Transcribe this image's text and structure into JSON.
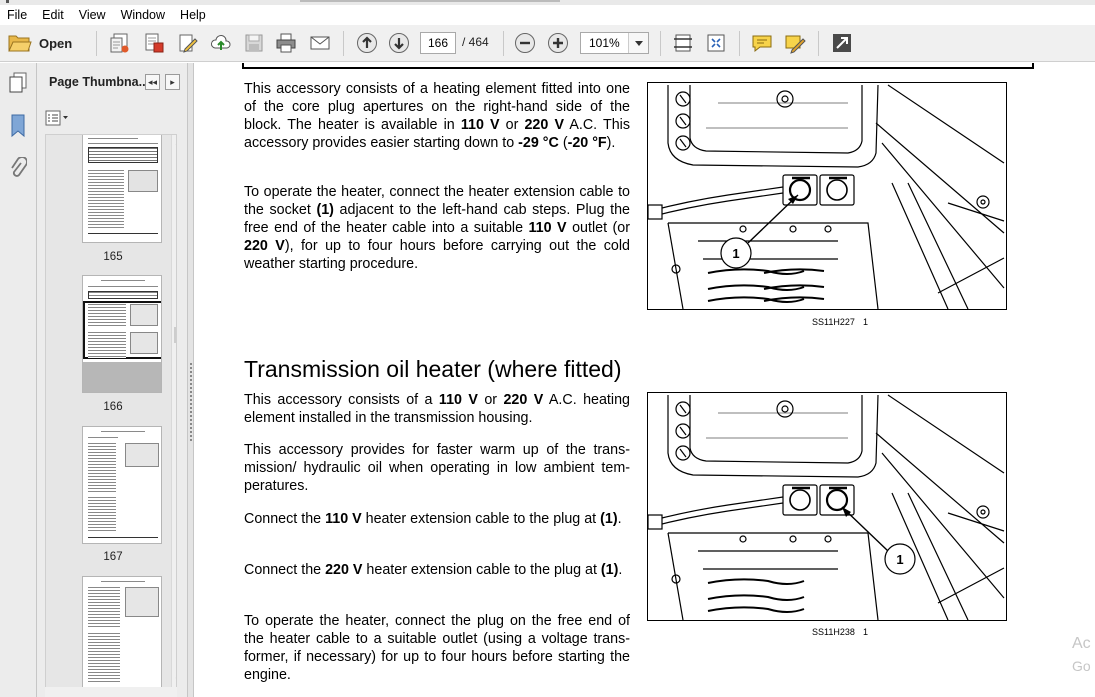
{
  "menu": [
    "File",
    "Edit",
    "View",
    "Window",
    "Help"
  ],
  "toolbar": {
    "open_label": "Open",
    "current_page": "166",
    "total_pages": "/ 464",
    "zoom": "101%"
  },
  "sidebar": {
    "title": "Page Thumbna...",
    "prev_label": "◂◂",
    "next_label": "▸",
    "pages": [
      "165",
      "166",
      "167"
    ]
  },
  "document": {
    "p1": [
      {
        "t": "This accessory consists of a heating element fitted into one of the core plug apertures on the right-hand side of the block.  The heater is available in ",
        "b": false
      },
      {
        "t": "110 V",
        "b": true
      },
      {
        "t": " or ",
        "b": false
      },
      {
        "t": "220 V",
        "b": true
      },
      {
        "t": " A.C. This accessory provides easier starting down to ",
        "b": false
      },
      {
        "t": "-29 °C",
        "b": true
      },
      {
        "t": " (",
        "b": false
      },
      {
        "t": "-20 °F",
        "b": true
      },
      {
        "t": ").",
        "b": false
      }
    ],
    "p2": [
      {
        "t": "To operate the heater, connect the heater extension cable to the socket ",
        "b": false
      },
      {
        "t": "(1)",
        "b": true
      },
      {
        "t": " adjacent to the left-hand cab steps. Plug the free end of the heater cable into a suitable ",
        "b": false
      },
      {
        "t": "110 V",
        "b": true
      },
      {
        "t": " outlet (or ",
        "b": false
      },
      {
        "t": "220 V",
        "b": true
      },
      {
        "t": "), for up to four hours before carrying out the cold weather starting procedure.",
        "b": false
      }
    ],
    "fig1_callout": "1",
    "fig1_caption": "SS11H227",
    "fig1_number": "1",
    "heading": "Transmission oil heater (where fitted)",
    "p3": [
      {
        "t": "This accessory consists of a ",
        "b": false
      },
      {
        "t": "110 V",
        "b": true
      },
      {
        "t": " or ",
        "b": false
      },
      {
        "t": "220 V",
        "b": true
      },
      {
        "t": " A.C. heating element installed in the transmission housing.",
        "b": false
      }
    ],
    "p4": [
      {
        "t": "This accessory provides for faster warm up of the trans-mission/ hydraulic oil when operating in low ambient tem-peratures.",
        "b": false
      }
    ],
    "p5": [
      {
        "t": "Connect the ",
        "b": false
      },
      {
        "t": "110 V",
        "b": true
      },
      {
        "t": " heater extension cable to the plug at ",
        "b": false
      },
      {
        "t": "(1)",
        "b": true
      },
      {
        "t": ".",
        "b": false
      }
    ],
    "p6": [
      {
        "t": "Connect the ",
        "b": false
      },
      {
        "t": "220 V",
        "b": true
      },
      {
        "t": " heater extension cable to the plug at ",
        "b": false
      },
      {
        "t": "(1)",
        "b": true
      },
      {
        "t": ".",
        "b": false
      }
    ],
    "p7": [
      {
        "t": "To operate the heater, connect the plug on the free end of the heater cable to a suitable outlet (using a voltage trans-former, if necessary) for up to four hours before starting the engine.",
        "b": false
      }
    ],
    "fig2_callout": "1",
    "fig2_caption": "SS11H238",
    "fig2_number": "1"
  },
  "watermark": {
    "line1": "Ac",
    "line2": "Go"
  }
}
